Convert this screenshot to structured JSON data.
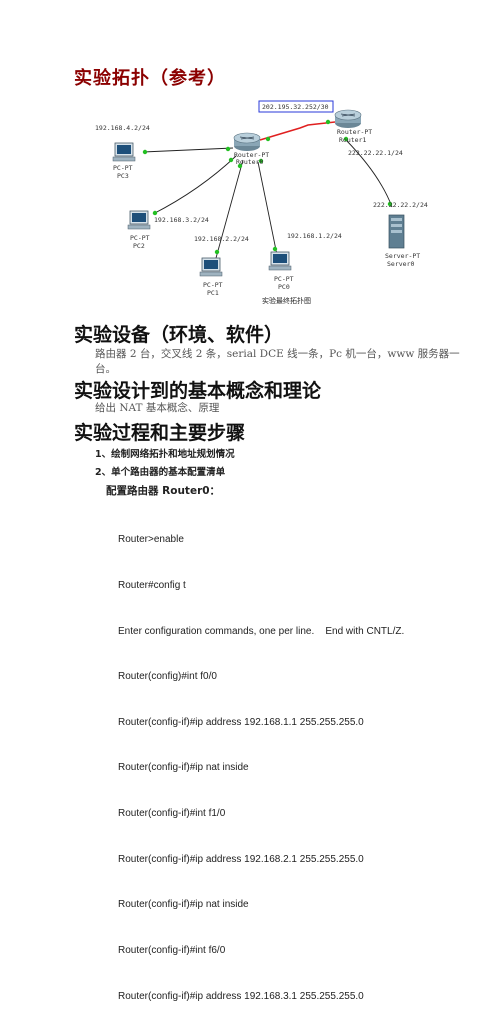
{
  "title": "实验拓扑（参考）",
  "topology": {
    "routers": [
      {
        "type": "Router-PT",
        "name": "Router0"
      },
      {
        "type": "Router-PT",
        "name": "Router1"
      }
    ],
    "pcs": [
      {
        "type": "PC-PT",
        "name": "PC3",
        "ip": "192.168.4.2/24"
      },
      {
        "type": "PC-PT",
        "name": "PC2",
        "ip": "192.168.3.2/24"
      },
      {
        "type": "PC-PT",
        "name": "PC1",
        "ip": "192.168.2.2/24"
      },
      {
        "type": "PC-PT",
        "name": "PC0",
        "ip": "192.168.1.2/24"
      }
    ],
    "server": {
      "type": "Server-PT",
      "name": "Server0",
      "ip": "222.22.22.2/24"
    },
    "serial_net": "202.195.32.252/30",
    "router1_ip": "222.22.22.1/24",
    "caption": "实验最终拓扑图"
  },
  "sections": {
    "equipment_title": "实验设备（环境、软件）",
    "equipment_text_1": "路由器 2 台，交叉线 2 条，serial DCE 线一条，Pc 机一台，www 服务器一",
    "equipment_text_2": "台。",
    "concepts_title": "实验设计到的基本概念和理论",
    "concepts_text": "给出 NAT 基本概念、原理",
    "process_title": "实验过程和主要步骤",
    "step1": "1、绘制网络拓扑和地址规划情况",
    "step2": "2、单个路由器的基本配置清单",
    "config_heading": "配置路由器 Router0：",
    "config_lines": [
      "Router>enable",
      "Router#config t",
      "Enter configuration commands, one per line.    End with CNTL/Z.",
      "Router(config)#int f0/0",
      "Router(config-if)#ip address 192.168.1.1 255.255.255.0",
      "Router(config-if)#ip nat inside",
      "Router(config-if)#int f1/0",
      "Router(config-if)#ip address 192.168.2.1 255.255.255.0",
      "Router(config-if)#ip nat inside",
      "Router(config-if)#int f6/0",
      "Router(config-if)#ip address 192.168.3.1 255.255.255.0"
    ]
  },
  "colors": {
    "title_red": "#8b0000",
    "serial_link": "#e02020",
    "link_dot": "#22c022",
    "highlight_box": "#2a3ad8"
  }
}
